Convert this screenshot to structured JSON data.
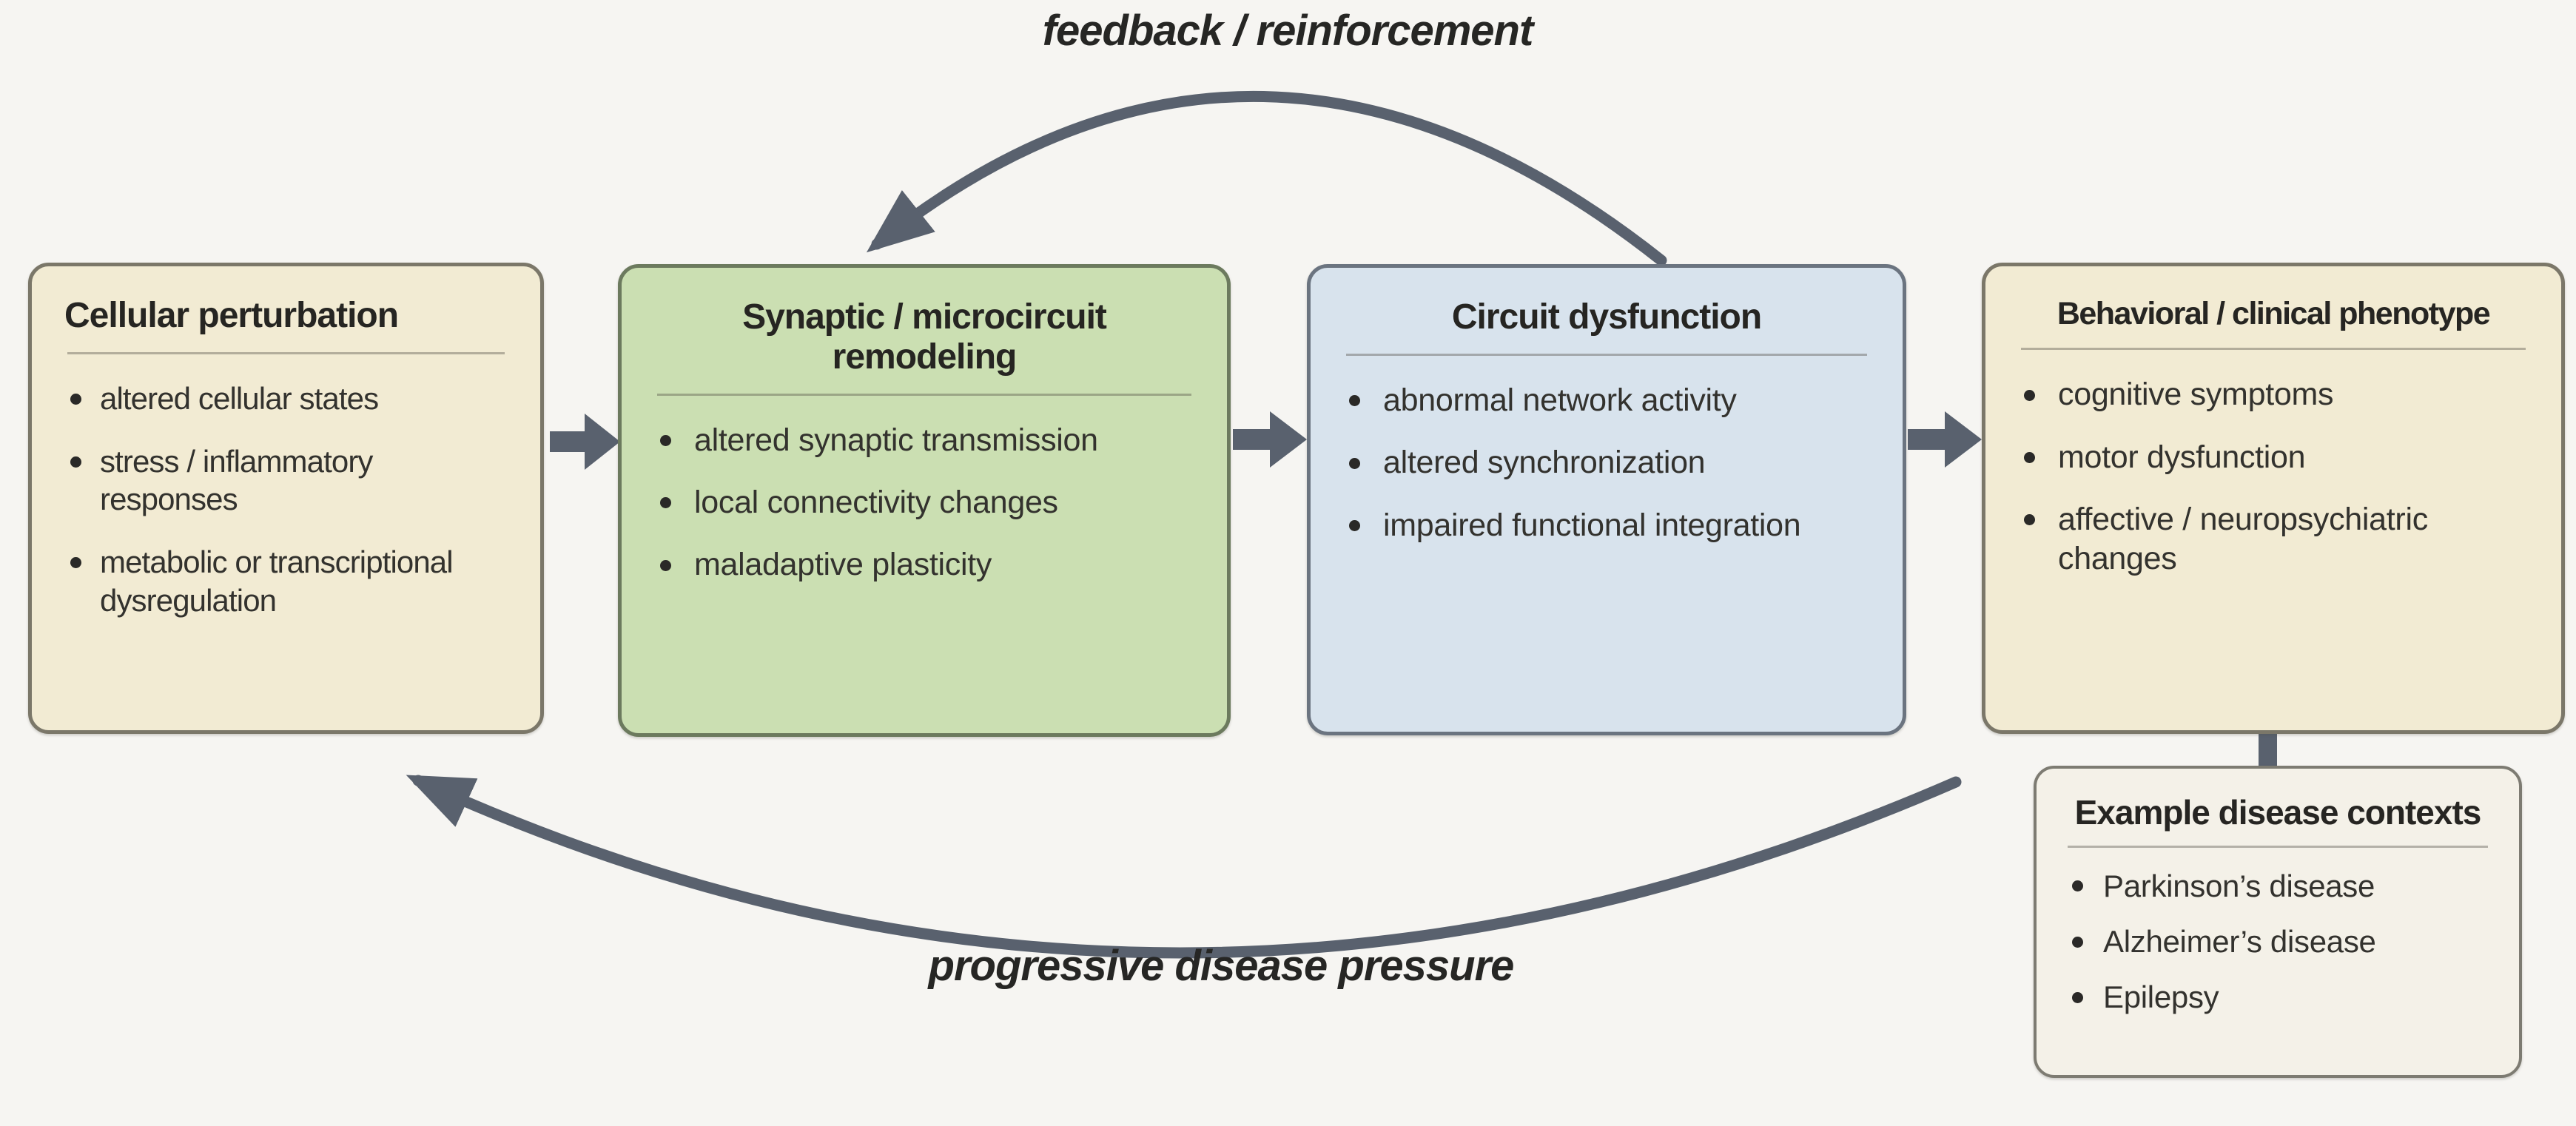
{
  "colors": {
    "background": "#f6f5f2",
    "arrow": "#59616e",
    "cream_fill": "#f2ebd3",
    "cream_border": "#7b7769",
    "green_fill": "#cbdfb2",
    "green_border": "#6c7a5e",
    "blue_fill": "#d8e3ed",
    "blue_border": "#6b7480",
    "example_fill": "#f4f1e8",
    "example_border": "#7d7b72",
    "text": "#2f2e2b"
  },
  "labels": {
    "feedback": "feedback / reinforcement",
    "pressure": "progressive disease pressure"
  },
  "boxes": [
    {
      "title": "Cellular perturbation",
      "bullets": [
        "altered cellular states",
        "stress / inflammatory responses",
        "metabolic or transcriptional dysregulation"
      ]
    },
    {
      "title": "Synaptic / microcircuit remodeling",
      "bullets": [
        "altered synaptic transmission",
        "local connectivity changes",
        "maladaptive plasticity"
      ]
    },
    {
      "title": "Circuit dysfunction",
      "bullets": [
        "abnormal network activity",
        "altered synchronization",
        "impaired functional integration"
      ]
    },
    {
      "title": "Behavioral / clinical phenotype",
      "bullets": [
        "cognitive symptoms",
        "motor dysfunction",
        "affective / neuropsychiatric changes"
      ]
    }
  ],
  "example_box": {
    "title": "Example disease contexts",
    "bullets": [
      "Parkinson’s disease",
      "Alzheimer’s disease",
      "Epilepsy"
    ]
  }
}
